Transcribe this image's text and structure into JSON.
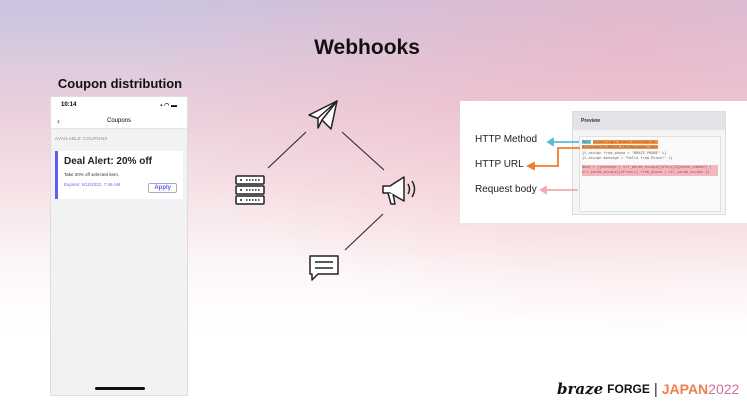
{
  "slide": {
    "title": "Webhooks",
    "coupon_heading": "Coupon distribution"
  },
  "phone": {
    "time": "10:14",
    "nav_title": "Coupons",
    "section": "AVAILABLE COUPONS",
    "coupon": {
      "title": "Deal Alert: 20% off",
      "desc": "Take 20% off selected item.",
      "expires": "Expires: 5/11/2022, 7:45 AM",
      "button": "Apply"
    }
  },
  "diagram": {
    "icons": [
      "paper-plane-icon",
      "server-icon",
      "megaphone-icon",
      "chat-icon"
    ]
  },
  "webhook": {
    "preview_title": "Preview",
    "labels": {
      "method": "HTTP Method",
      "url": "HTTP URL",
      "body": "Request body"
    },
    "code": {
      "method": "POST",
      "url": "https://api.braze.com/2016-04-01/Accounts/BRAZE_SID/Messages.json",
      "line1": "{% assign from_phone = \"BRAZE_PHONE\" %}",
      "line2": "{% assign message = \"Hello from Braze!\" %}",
      "body": "Body = {{message | url_param_escape}}&To={{${phone_number} | url_param_escape}}&From={{ from_phone | url_param_escape }}"
    },
    "colors": {
      "method": "#5bbcd6",
      "url": "#ee7d2c",
      "body": "#f0a8b0"
    }
  },
  "logo": {
    "brand": "braze",
    "event": "FORGE",
    "location": "JAPAN",
    "year": "2022"
  }
}
